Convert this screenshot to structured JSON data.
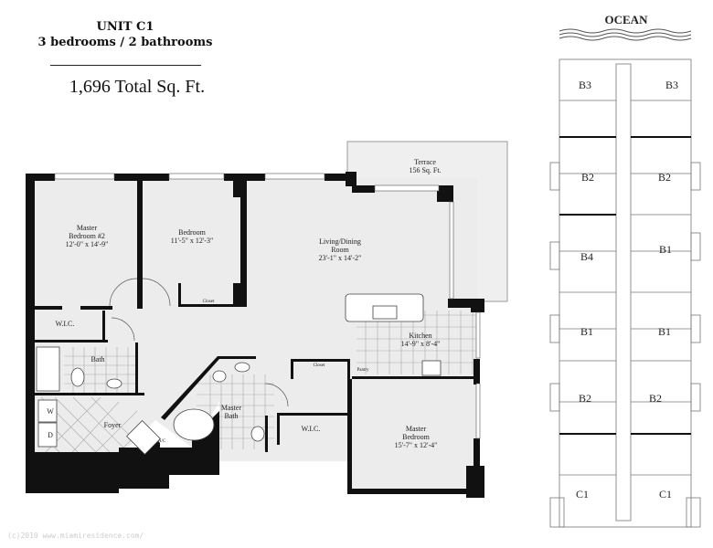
{
  "header": {
    "unit": "UNIT C1",
    "layout": "3 bedrooms / 2 bathrooms",
    "total_area": "1,696 Total Sq. Ft."
  },
  "rooms": {
    "master2": {
      "name_line1": "Master",
      "name_line2": "Bedroom #2",
      "size": "12'-0\" x 14'-9\""
    },
    "bedroom": {
      "name": "Bedroom",
      "size": "11'-5\" x 12'-3\""
    },
    "living": {
      "name_line1": "Living/Dining",
      "name_line2": "Room",
      "size": "23'-1\" x 14'-2\""
    },
    "terrace": {
      "name": "Terrace",
      "size": "156 Sq. Ft."
    },
    "kitchen": {
      "name": "Kitchen",
      "size": "14'-9\" x 8'-4\""
    },
    "master": {
      "name_line1": "Master",
      "name_line2": "Bedroom",
      "size": "15'-7\" x 12'-4\""
    },
    "closet_bedroom": "Closet",
    "wic_left": "W.I.C.",
    "bath": "Bath",
    "washer": "W",
    "dryer": "D",
    "foyer": "Foyer",
    "ac": "A/C",
    "master_bath_line1": "Master",
    "master_bath_line2": "Bath",
    "closet": "Closet",
    "pantry": "Pantry",
    "wic_master": "W.I.C."
  },
  "key_plan": {
    "orientation": "OCEAN",
    "units": [
      "B3",
      "B3",
      "B2",
      "B2",
      "B4",
      "B1",
      "B1",
      "B1",
      "B2",
      "B2",
      "C1",
      "C1"
    ]
  },
  "watermark": "(c)2010 www.miamiresidence.com/"
}
